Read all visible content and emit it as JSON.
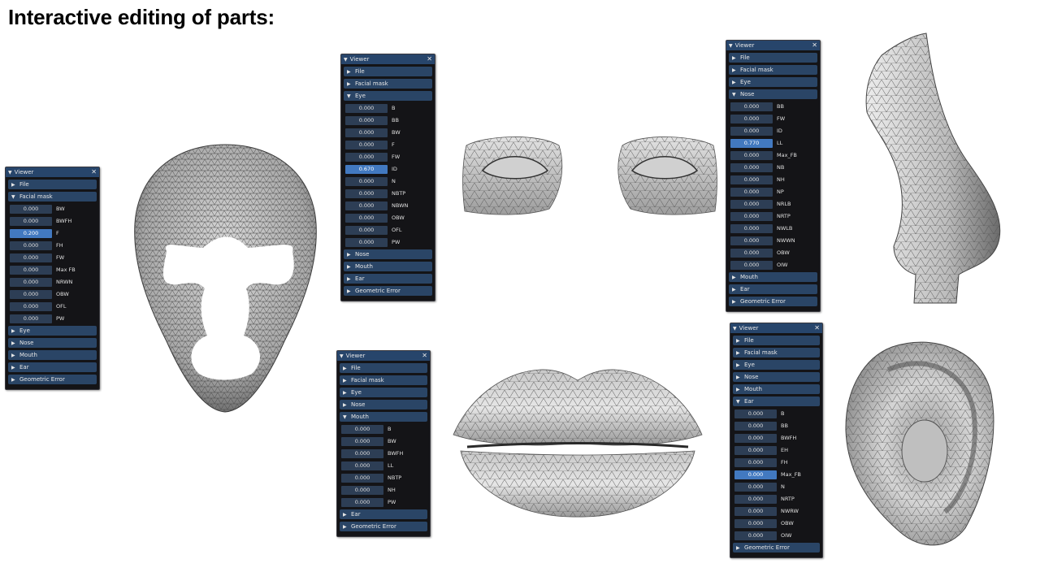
{
  "slide": {
    "title": "Interactive editing of parts:"
  },
  "icons": {
    "collapsed": "▶",
    "expanded": "▼",
    "close": "✕"
  },
  "panels": {
    "face": {
      "title": "Viewer",
      "sections": [
        {
          "label": "File",
          "open": false
        },
        {
          "label": "Facial mask",
          "open": true,
          "params": [
            [
              "0.000",
              "BW"
            ],
            [
              "0.000",
              "BWFH"
            ],
            [
              "0.200",
              "F"
            ],
            [
              "0.000",
              "FH"
            ],
            [
              "0.000",
              "FW"
            ],
            [
              "0.000",
              "Max FB"
            ],
            [
              "0.000",
              "NRWN"
            ],
            [
              "0.000",
              "OBW"
            ],
            [
              "0.000",
              "OFL"
            ],
            [
              "0.000",
              "PW"
            ]
          ]
        },
        {
          "label": "Eye",
          "open": false
        },
        {
          "label": "Nose",
          "open": false
        },
        {
          "label": "Mouth",
          "open": false
        },
        {
          "label": "Ear",
          "open": false
        },
        {
          "label": "Geometric Error",
          "open": false
        }
      ]
    },
    "eye": {
      "title": "Viewer",
      "sections": [
        {
          "label": "File",
          "open": false
        },
        {
          "label": "Facial mask",
          "open": false
        },
        {
          "label": "Eye",
          "open": true,
          "params": [
            [
              "0.000",
              "B"
            ],
            [
              "0.000",
              "BB"
            ],
            [
              "0.000",
              "BW"
            ],
            [
              "0.000",
              "F"
            ],
            [
              "0.000",
              "FW"
            ],
            [
              "0.670",
              "ID"
            ],
            [
              "0.000",
              "N"
            ],
            [
              "0.000",
              "NBTP"
            ],
            [
              "0.000",
              "NBWN"
            ],
            [
              "0.000",
              "OBW"
            ],
            [
              "0.000",
              "OFL"
            ],
            [
              "0.000",
              "PW"
            ]
          ]
        },
        {
          "label": "Nose",
          "open": false
        },
        {
          "label": "Mouth",
          "open": false
        },
        {
          "label": "Ear",
          "open": false
        },
        {
          "label": "Geometric Error",
          "open": false
        }
      ]
    },
    "nose": {
      "title": "Viewer",
      "sections": [
        {
          "label": "File",
          "open": false
        },
        {
          "label": "Facial mask",
          "open": false
        },
        {
          "label": "Eye",
          "open": false
        },
        {
          "label": "Nose",
          "open": true,
          "params": [
            [
              "0.000",
              "BB"
            ],
            [
              "0.000",
              "FW"
            ],
            [
              "0.000",
              "ID"
            ],
            [
              "0.770",
              "LL"
            ],
            [
              "0.000",
              "Max_FB"
            ],
            [
              "0.000",
              "NB"
            ],
            [
              "0.000",
              "NH"
            ],
            [
              "0.000",
              "NP"
            ],
            [
              "0.000",
              "NRLB"
            ],
            [
              "0.000",
              "NRTP"
            ],
            [
              "0.000",
              "NWLB"
            ],
            [
              "0.000",
              "NWWN"
            ],
            [
              "0.000",
              "OBW"
            ],
            [
              "0.000",
              "OIW"
            ]
          ]
        },
        {
          "label": "Mouth",
          "open": false
        },
        {
          "label": "Ear",
          "open": false
        },
        {
          "label": "Geometric Error",
          "open": false
        }
      ]
    },
    "mouth": {
      "title": "Viewer",
      "sections": [
        {
          "label": "File",
          "open": false
        },
        {
          "label": "Facial mask",
          "open": false
        },
        {
          "label": "Eye",
          "open": false
        },
        {
          "label": "Nose",
          "open": false
        },
        {
          "label": "Mouth",
          "open": true,
          "params": [
            [
              "0.000",
              "B"
            ],
            [
              "0.000",
              "BW"
            ],
            [
              "0.000",
              "BWFH"
            ],
            [
              "0.000",
              "LL"
            ],
            [
              "0.000",
              "NBTP"
            ],
            [
              "0.000",
              "NH"
            ],
            [
              "0.000",
              "PW"
            ]
          ]
        },
        {
          "label": "Ear",
          "open": false
        },
        {
          "label": "Geometric Error",
          "open": false
        }
      ]
    },
    "ear": {
      "title": "Viewer",
      "sections": [
        {
          "label": "File",
          "open": false
        },
        {
          "label": "Facial mask",
          "open": false
        },
        {
          "label": "Eye",
          "open": false
        },
        {
          "label": "Nose",
          "open": false
        },
        {
          "label": "Mouth",
          "open": false
        },
        {
          "label": "Ear",
          "open": true,
          "params": [
            [
              "0.000",
              "B"
            ],
            [
              "0.000",
              "BB"
            ],
            [
              "0.000",
              "BWFH"
            ],
            [
              "0.000",
              "EH"
            ],
            [
              "0.000",
              "FH"
            ],
            [
              "0.000",
              "Max_FB"
            ],
            [
              "0.000",
              "N"
            ],
            [
              "0.000",
              "NRTP"
            ],
            [
              "0.000",
              "NWRW"
            ],
            [
              "0.000",
              "OBW"
            ],
            [
              "0.000",
              "OIW"
            ]
          ]
        },
        {
          "label": "Geometric Error",
          "open": false
        }
      ]
    }
  },
  "active_params": {
    "face": "F",
    "eye": "ID",
    "nose": "LL",
    "mouth": "",
    "ear": "Max_FB"
  },
  "colors": {
    "panel_bg": "#141417",
    "header": "#2a4566",
    "titlebar": "#27456b",
    "slider": "#2d3e55",
    "slider_active": "#4279c0",
    "mesh_fill": "#cfcfcf",
    "mesh_edge": "#3a3a3a"
  }
}
